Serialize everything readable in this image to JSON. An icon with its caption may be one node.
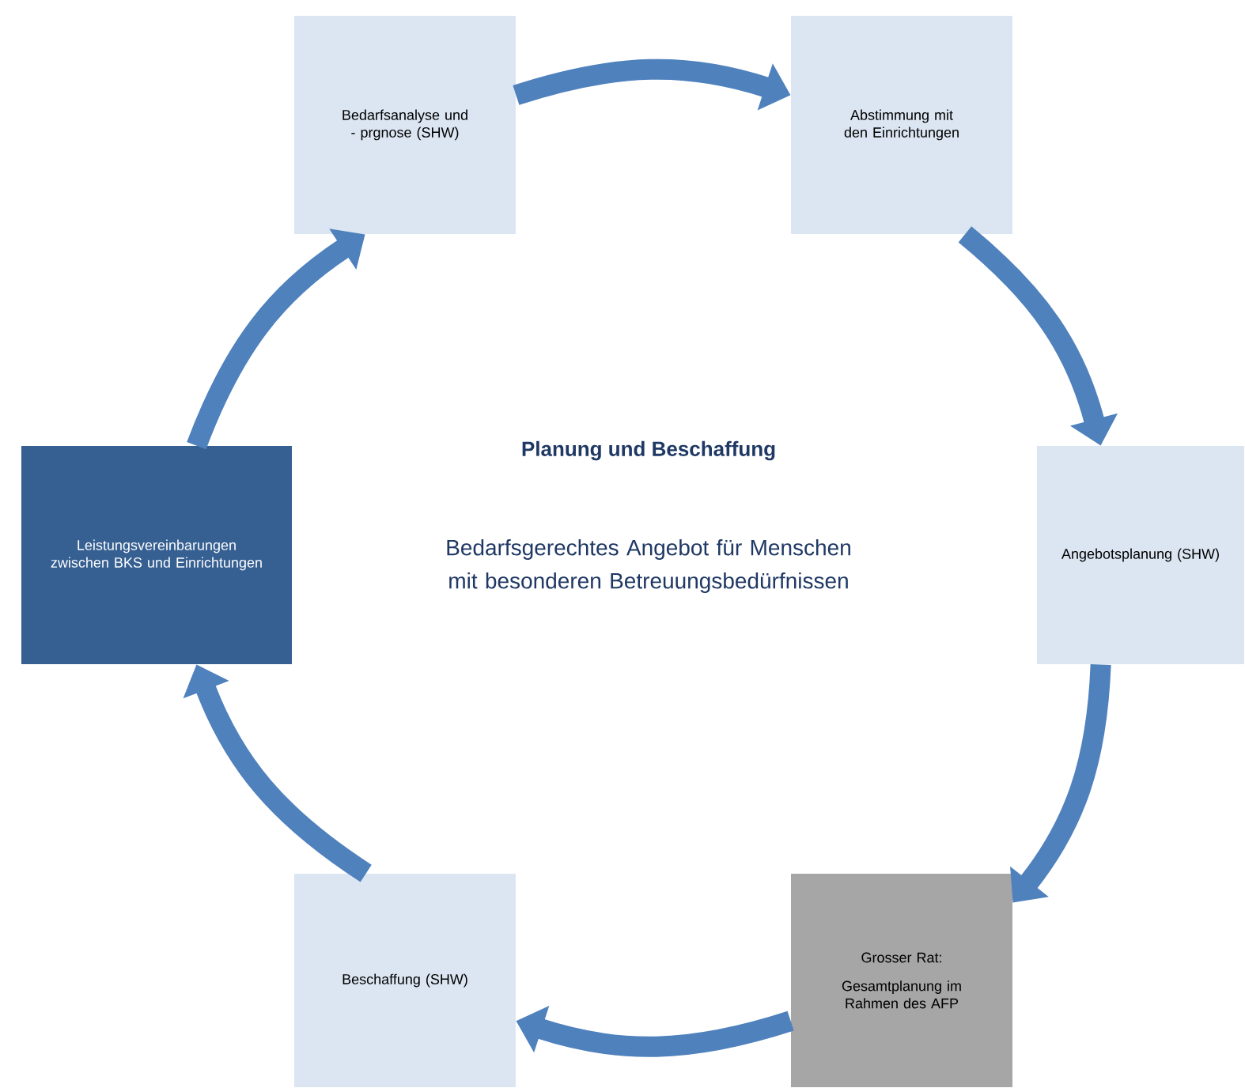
{
  "diagram": {
    "title": "Planung und Beschaffung",
    "nodes": [
      {
        "text": [
          "Bedarfsanalyse und - prgnose (SHW)"
        ]
      },
      {
        "text": [
          "Abstimmung mit den Einrichtungen"
        ]
      },
      {
        "text": [
          "Angebotsplanung (SHW)"
        ]
      },
      {
        "text": [
          "Grosser Rat:",
          "Gesamtplanung im Rahmen des AFP"
        ]
      },
      {
        "text": [
          "Beschaffung (SHW)"
        ]
      },
      {
        "text": [
          "Leistungsvereinbarungen zwischen BKS und Einrichtungen"
        ]
      }
    ],
    "edges": [
      {
        "from": 0,
        "to": 1,
        "arrow": "to"
      },
      {
        "from": 1,
        "to": 2,
        "arrow": "to"
      },
      {
        "from": 2,
        "to": 3,
        "arrow": "to"
      },
      {
        "from": 3,
        "to": 4,
        "arrow": "to"
      },
      {
        "from": 4,
        "to": 5,
        "arrow": "to"
      },
      {
        "from": 5,
        "to": 0,
        "arrow": "to"
      }
    ],
    "labels": [
      "Bedarfsgerechtes Angebot für Menschen mit besonderen Betreuungsbedürfnissen"
    ]
  }
}
